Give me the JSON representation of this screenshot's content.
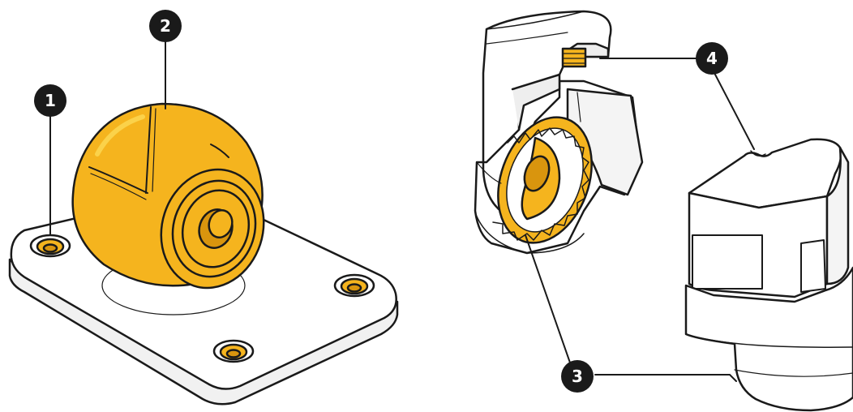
{
  "callouts": [
    {
      "id": "1",
      "label": "1",
      "part": "mounting-base-holes"
    },
    {
      "id": "2",
      "label": "2",
      "part": "ball-joint"
    },
    {
      "id": "3",
      "label": "3",
      "part": "toothed-ring"
    },
    {
      "id": "4",
      "label": "4",
      "part": "threaded-insert"
    }
  ],
  "colors": {
    "accent": "#F5B41E",
    "accent_light": "#FBD24A",
    "accent_dark": "#D9950E",
    "outline": "#1a1a1a",
    "body": "#ffffff",
    "shade": "#eeeeee",
    "callout_bg": "#1a1a1a",
    "callout_text": "#ffffff"
  }
}
